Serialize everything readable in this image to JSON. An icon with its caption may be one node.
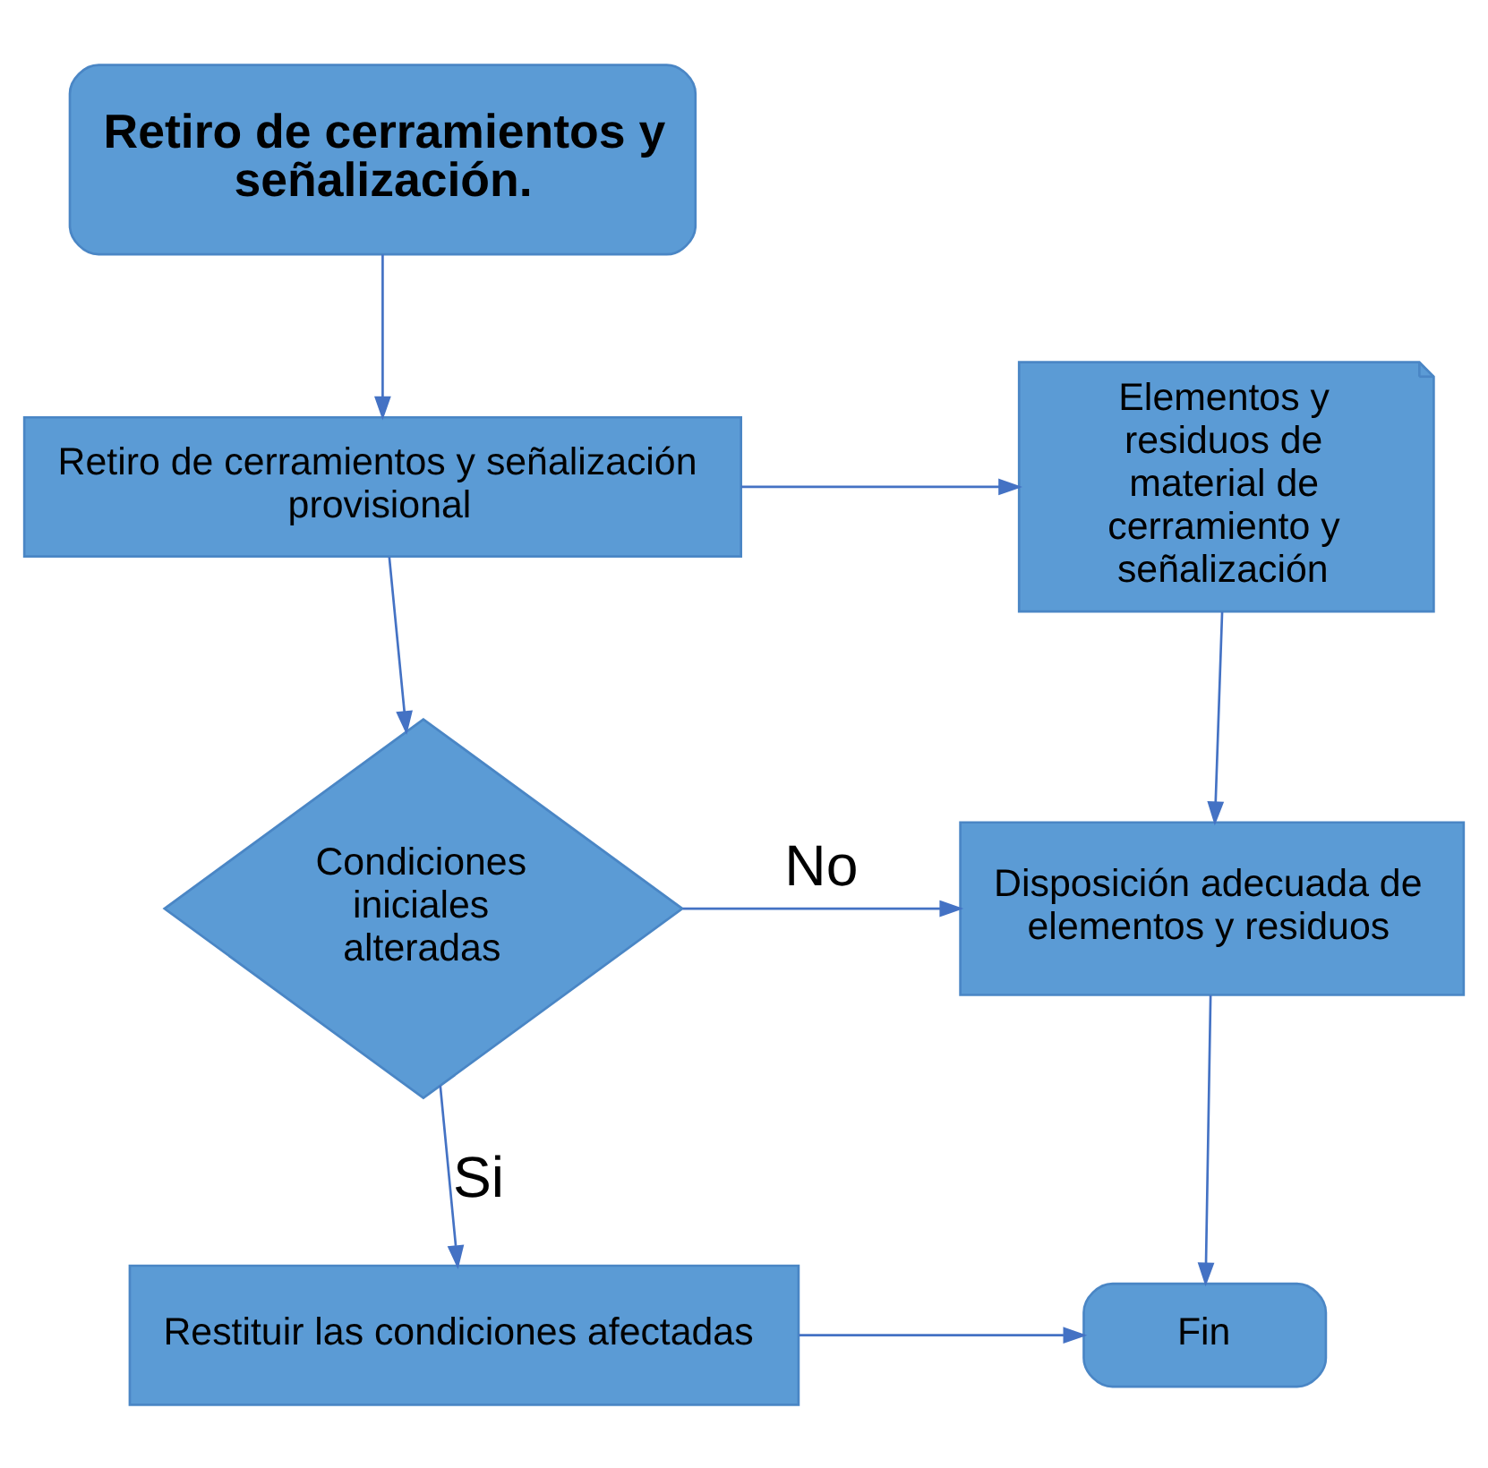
{
  "diagram": {
    "nodes": [
      {
        "text": [
          "Retiro de cerramientos y señalización."
        ]
      },
      {
        "text": [
          "Retiro de cerramientos y señalización provisional"
        ]
      },
      {
        "text": [
          "Elementos y residuos de material de cerramiento y señalización"
        ]
      },
      {
        "text": [
          "Condiciones iniciales alteradas"
        ]
      },
      {
        "text": [
          "Disposición adecuada de elementos y residuos"
        ]
      },
      {
        "text": [
          "Restituir las condiciones afectadas"
        ]
      },
      {
        "text": [
          "Fin"
        ]
      }
    ],
    "edges": [
      {
        "from": 0,
        "to": 1,
        "arrow": "to"
      },
      {
        "from": 1,
        "to": 2,
        "arrow": "to"
      },
      {
        "from": 1,
        "to": 3,
        "arrow": "to"
      },
      {
        "from": 2,
        "to": 4,
        "arrow": "to"
      },
      {
        "from": 3,
        "to": 4,
        "arrow": "to",
        "label": "No"
      },
      {
        "from": 3,
        "to": 5,
        "arrow": "to",
        "label": "Si"
      },
      {
        "from": 4,
        "to": 6,
        "arrow": "to"
      },
      {
        "from": 5,
        "to": 6,
        "arrow": "to"
      }
    ]
  }
}
